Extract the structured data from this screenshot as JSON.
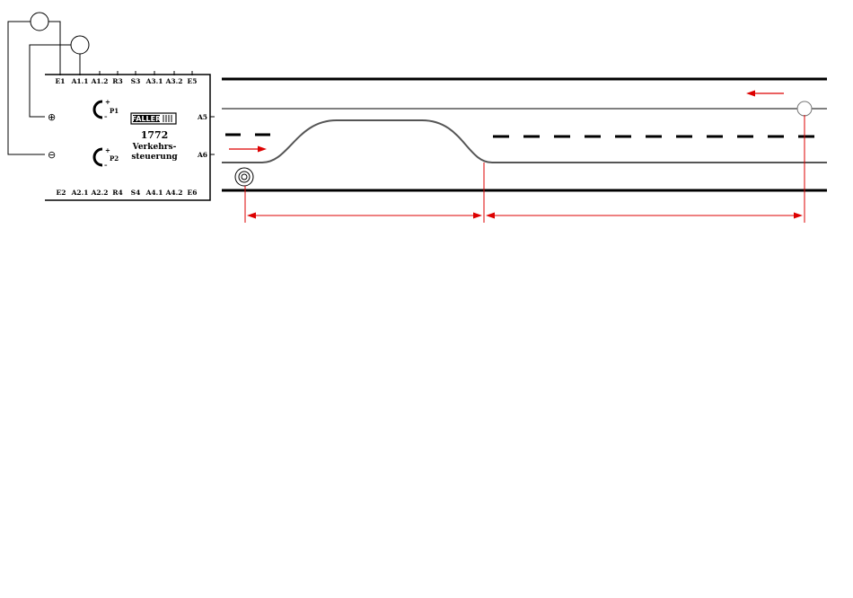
{
  "module": {
    "number": "1772",
    "name_line1": "Verkehrs-",
    "name_line2": "steuerung",
    "logo": "FALLER",
    "top_pins": [
      "E1",
      "A1.1",
      "A1.2",
      "R3",
      "S3",
      "A3.1",
      "A3.2",
      "E5"
    ],
    "bottom_pins": [
      "E2",
      "A2.1",
      "A2.2",
      "R4",
      "S4",
      "A4.1",
      "A4.2",
      "E6"
    ],
    "right_pins": [
      "A5",
      "A6"
    ],
    "pot1": {
      "label": "P1",
      "plus": "+",
      "minus": "–"
    },
    "pot2": {
      "label": "P2",
      "plus": "+",
      "minus": "–"
    },
    "plus_terminal": "⊕",
    "minus_terminal": "⊖"
  },
  "colors": {
    "line": "#000000",
    "road": "#555555",
    "dimension": "#dd0000"
  }
}
